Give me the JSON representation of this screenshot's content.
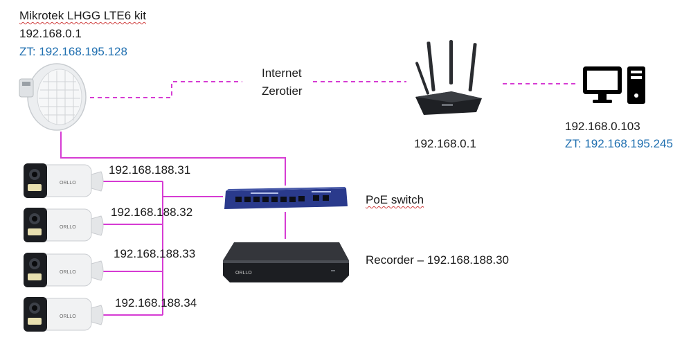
{
  "labels": {
    "lte_kit_title": "Mikrotek LHGG LTE6 kit",
    "lte_kit_ip": "192.168.0.1",
    "lte_kit_zt": "ZT: 192.168.195.128",
    "internet": "Internet",
    "zerotier": "Zerotier",
    "router_ip": "192.168.0.1",
    "pc_ip": "192.168.0.103",
    "pc_zt": "ZT: 192.168.195.245",
    "poe_switch": "PoE switch",
    "recorder": "Recorder – 192.168.188.30"
  },
  "cameras": [
    {
      "ip": "192.168.188.31",
      "brand": "ORLLO"
    },
    {
      "ip": "192.168.188.32",
      "brand": "ORLLO"
    },
    {
      "ip": "192.168.188.33",
      "brand": "ORLLO"
    },
    {
      "ip": "192.168.188.34",
      "brand": "ORLLO"
    }
  ],
  "recorder_brand": "ORLLO",
  "colors": {
    "link": "#d63bd3",
    "zt_text": "#1f6fb0",
    "device_dark": "#1c1e22",
    "switch_blue": "#2a3a8c"
  },
  "icons": [
    "lte-antenna-icon",
    "router-icon",
    "desktop-computer-icon",
    "poe-switch-icon",
    "recorder-icon",
    "bullet-camera-icon"
  ]
}
